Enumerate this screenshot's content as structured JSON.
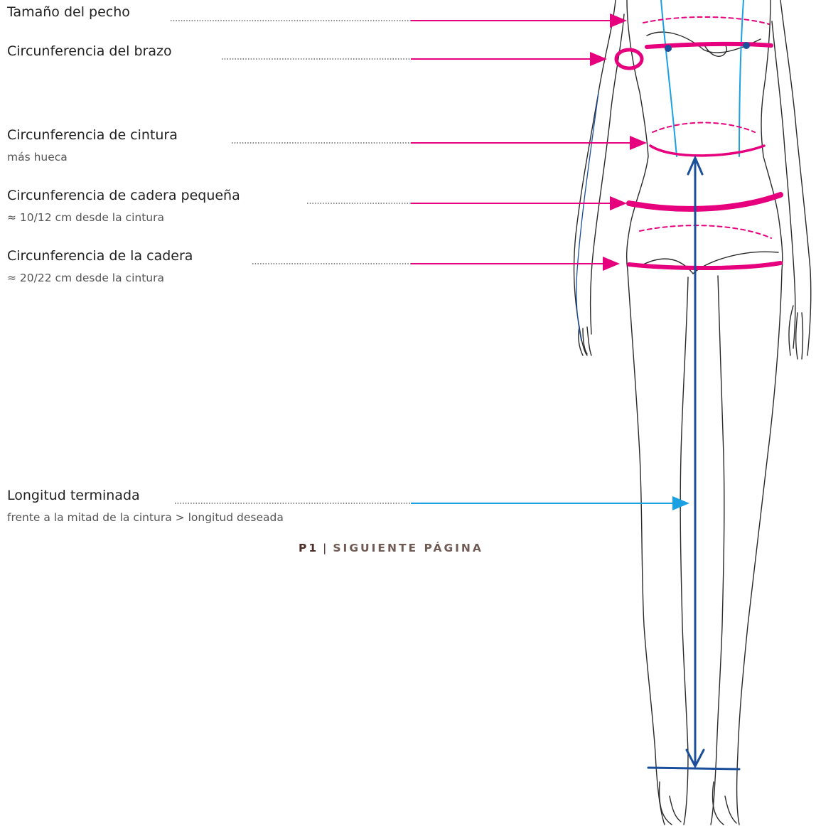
{
  "annotations": [
    {
      "label": "Tamaño del pecho",
      "sublabel": ""
    },
    {
      "label": "Circunferencia del brazo",
      "sublabel": ""
    },
    {
      "label": "Circunferencia de cintura",
      "sublabel": "más hueca"
    },
    {
      "label": "Circunferencia de cadera pequeña",
      "sublabel": "≈ 10/12 cm desde la cintura"
    },
    {
      "label": "Circunferencia de la cadera",
      "sublabel": "≈ 20/22 cm desde la cintura"
    },
    {
      "label": "Longitud terminada",
      "sublabel": "frente a la mitad de la cintura > longitud deseada"
    }
  ],
  "colors": {
    "measure_pink": "#e6007e",
    "length_blue": "#1ba1e2",
    "sketch_blue": "#1b4f9c",
    "pencil": "#2a2a2a"
  },
  "pager": {
    "page": "P1",
    "separator": "|",
    "next": "SIGUIENTE PÁGINA"
  }
}
